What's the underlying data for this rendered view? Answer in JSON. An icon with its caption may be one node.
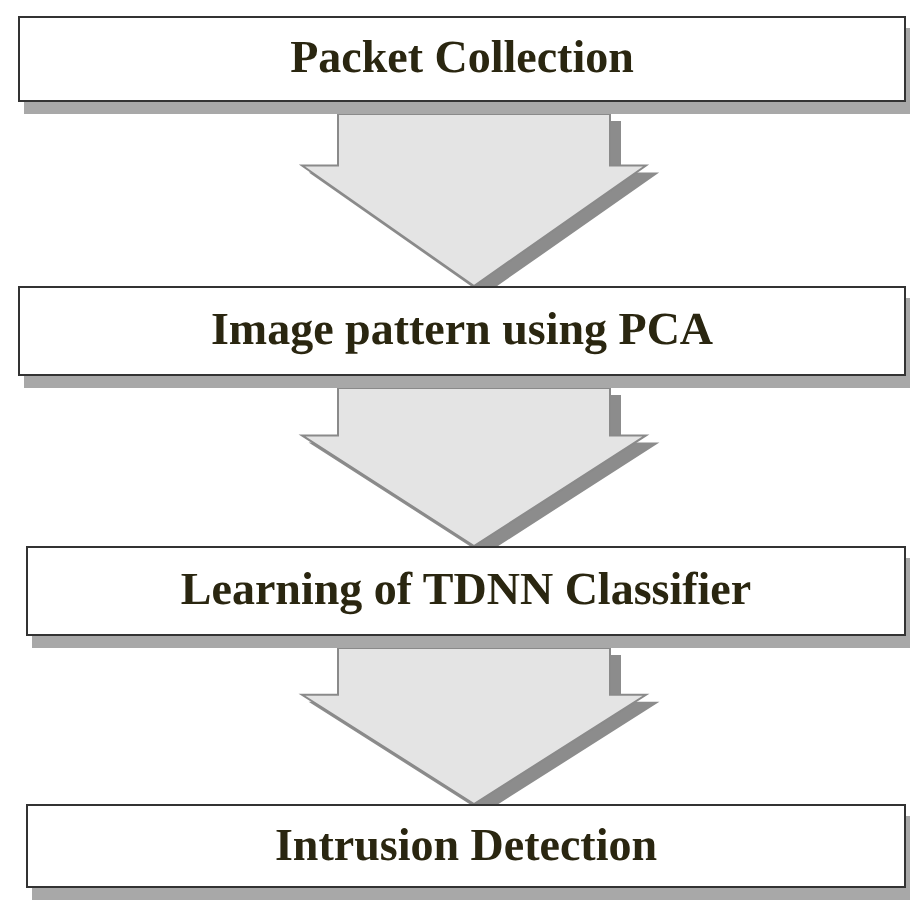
{
  "diagram": {
    "nodes": [
      {
        "text": [
          "Packet Collection"
        ]
      },
      {
        "text": [
          "Image pattern using PCA"
        ]
      },
      {
        "text": [
          "Learning of TDNN Classifier"
        ]
      },
      {
        "text": [
          "Intrusion Detection"
        ]
      }
    ],
    "edges": [
      {
        "from": 0,
        "to": 1,
        "arrow": "to"
      },
      {
        "from": 1,
        "to": 2,
        "arrow": "to"
      },
      {
        "from": 2,
        "to": 3,
        "arrow": "to"
      }
    ]
  }
}
